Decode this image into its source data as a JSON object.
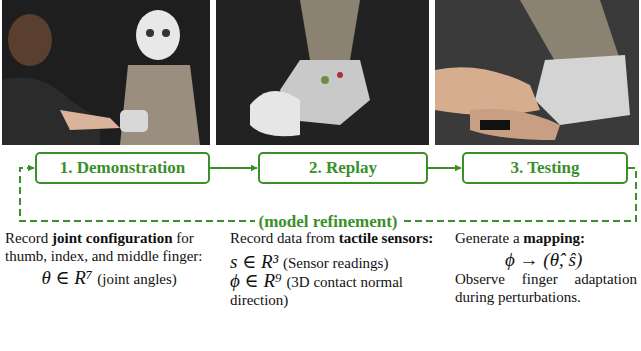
{
  "diagram": {
    "nodes": [
      {
        "text": [
          "1. Demonstration"
        ]
      },
      {
        "text": [
          "2. Replay"
        ]
      },
      {
        "text": [
          "3. Testing"
        ]
      }
    ],
    "edges": [
      {
        "from": 0,
        "to": 1,
        "arrow": "to"
      },
      {
        "from": 1,
        "to": 2,
        "arrow": "to"
      },
      {
        "from": 2,
        "to": 0,
        "label": "(model refinement)",
        "arrow": "to"
      }
    ],
    "labels": [
      "Record",
      "joint configuration",
      "for thumb, index, and middle finger:",
      "θ ∈ R⁷",
      "(joint angles)",
      "Record data from",
      "tactile sensors:",
      "s ∈ R³",
      "(Sensor readings)",
      "ϕ ∈ R⁹",
      "(3D contact normal direction)",
      "Generate a",
      "mapping:",
      "ϕ → (θ̂, ŝ)",
      "Observe finger adaptation during perturbations."
    ]
  }
}
